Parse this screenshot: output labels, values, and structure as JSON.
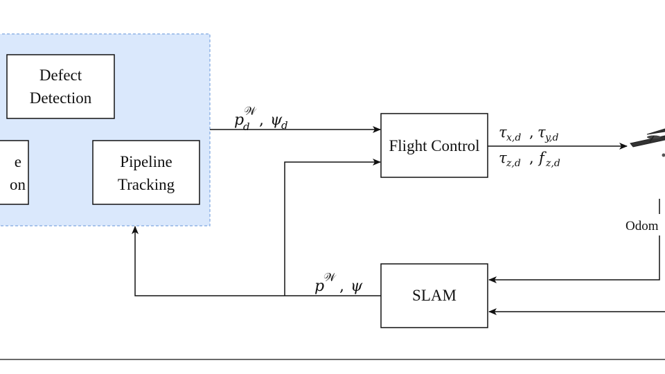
{
  "blocks": {
    "defect_detection": {
      "line1": "Defect",
      "line2": "Detection"
    },
    "partial_left_block": {
      "line1": "e",
      "line2": "on"
    },
    "pipeline_tracking": {
      "line1": "Pipeline",
      "line2": "Tracking"
    },
    "flight_control": {
      "label": "Flight Control"
    },
    "slam": {
      "label": "SLAM"
    }
  },
  "signals": {
    "desired_pose": {
      "p": "p",
      "sub": "d",
      "sup": "𝒲",
      "comma": ",",
      "psi": "ψ",
      "psi_sub": "d"
    },
    "torques_top": {
      "t1": "τ",
      "t1_sub": "x,d",
      "comma": ",",
      "t2": "τ",
      "t2_sub": "y,d"
    },
    "torques_bottom": {
      "t1": "τ",
      "t1_sub": "z,d",
      "comma": ",",
      "f": "f",
      "f_sub": "z,d"
    },
    "pose_estimate": {
      "p": "p",
      "sup": "𝒲",
      "comma": ",",
      "psi": "ψ"
    },
    "odometry_label": "Odom"
  },
  "colors": {
    "container_fill": "#dae8fc",
    "container_border": "#7ea6e0",
    "line": "#111111"
  }
}
